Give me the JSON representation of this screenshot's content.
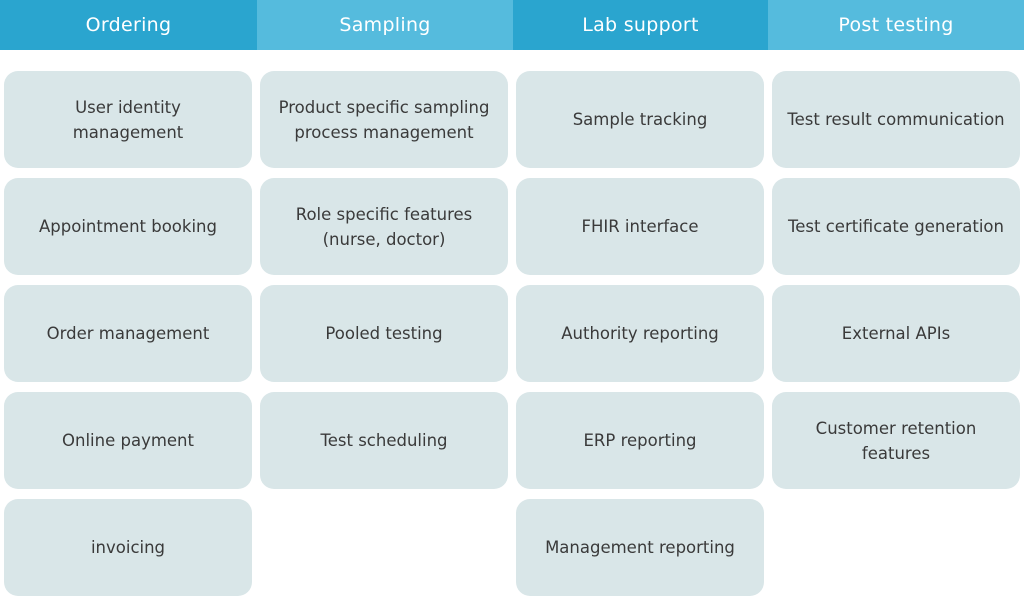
{
  "colors": {
    "header_dark": "#2aa5cf",
    "header_light": "#55bbdd",
    "box_fill": "#d9e6e8",
    "box_text": "#3a3a3a"
  },
  "columns": [
    {
      "header": "Ordering",
      "items": [
        "User identity\nmanagement",
        "Appointment booking",
        "Order management",
        "Online payment",
        "invoicing"
      ]
    },
    {
      "header": "Sampling",
      "items": [
        "Product specific sampling\nprocess management",
        "Role specific features\n(nurse, doctor)",
        "Pooled testing",
        "Test scheduling"
      ]
    },
    {
      "header": "Lab support",
      "items": [
        "Sample tracking",
        "FHIR interface",
        "Authority reporting",
        "ERP reporting",
        "Management reporting"
      ]
    },
    {
      "header": "Post testing",
      "items": [
        "Test result communication",
        "Test certificate generation",
        "External APIs",
        "Customer retention\nfeatures"
      ]
    }
  ]
}
